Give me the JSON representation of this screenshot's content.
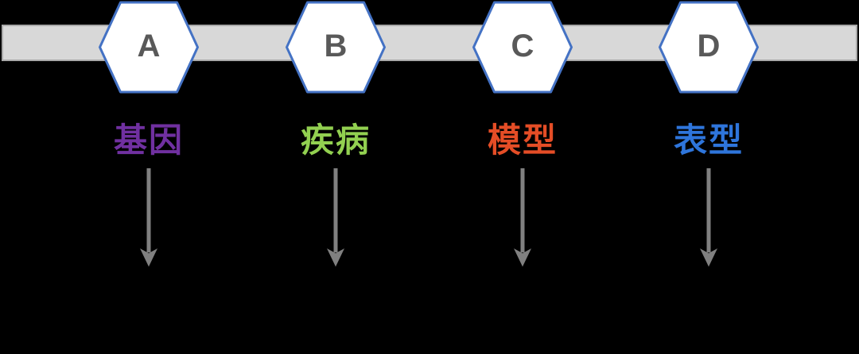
{
  "diagram": {
    "background_color": "#000000",
    "bar": {
      "fill_color": "#D8D8D8",
      "border_color": "#A9A9A9"
    },
    "hexagon": {
      "fill_color": "#FFFFFF",
      "border_color": "#4472C4",
      "letter_color": "#595959"
    },
    "arrow_color": "#808080",
    "steps": [
      {
        "letter": "A",
        "label": "基因",
        "label_color": "#7030A0"
      },
      {
        "letter": "B",
        "label": "疾病",
        "label_color": "#92D050"
      },
      {
        "letter": "C",
        "label": "模型",
        "label_color": "#E44D26"
      },
      {
        "letter": "D",
        "label": "表型",
        "label_color": "#2E75DB"
      }
    ]
  }
}
